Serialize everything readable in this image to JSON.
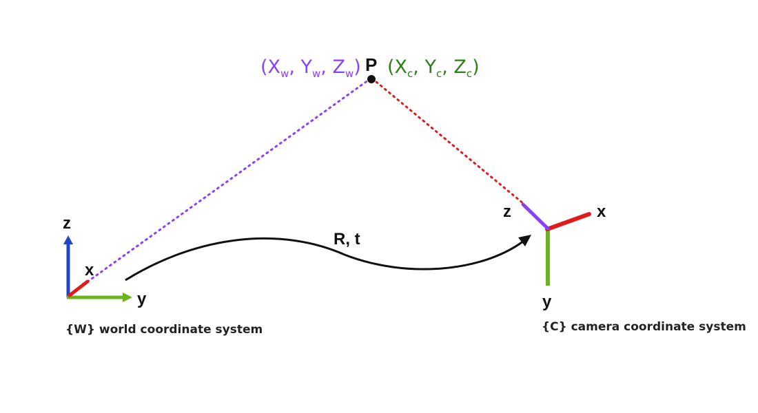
{
  "point": {
    "label": "P",
    "world_coords": {
      "open": "(",
      "parts": [
        {
          "main": "X",
          "sub": "w"
        },
        {
          "main": "Y",
          "sub": "w"
        },
        {
          "main": "Z",
          "sub": "w"
        }
      ],
      "close": ")"
    },
    "camera_coords": {
      "open": "(",
      "parts": [
        {
          "main": "X",
          "sub": "c"
        },
        {
          "main": "Y",
          "sub": "c"
        },
        {
          "main": "Z",
          "sub": "c"
        }
      ],
      "close": ")"
    }
  },
  "world_frame": {
    "axis_labels": {
      "z": "z",
      "x": "x",
      "y": "y"
    },
    "caption": "{W} world coordinate system"
  },
  "camera_frame": {
    "axis_labels": {
      "z": "z",
      "x": "x",
      "y": "y"
    },
    "caption": "{C} camera coordinate system"
  },
  "transform": {
    "label": "R, t"
  },
  "colors": {
    "world_label": "#8a3ffc",
    "camera_label": "#2e7d1a",
    "axis_x": "#e01b1b",
    "axis_y": "#6cb41e",
    "axis_z_world": "#1f45c6",
    "axis_z_camera": "#8a3ffc",
    "ray_world": "#8a3ffc",
    "ray_camera": "#e01b1b",
    "ink": "#111111"
  }
}
